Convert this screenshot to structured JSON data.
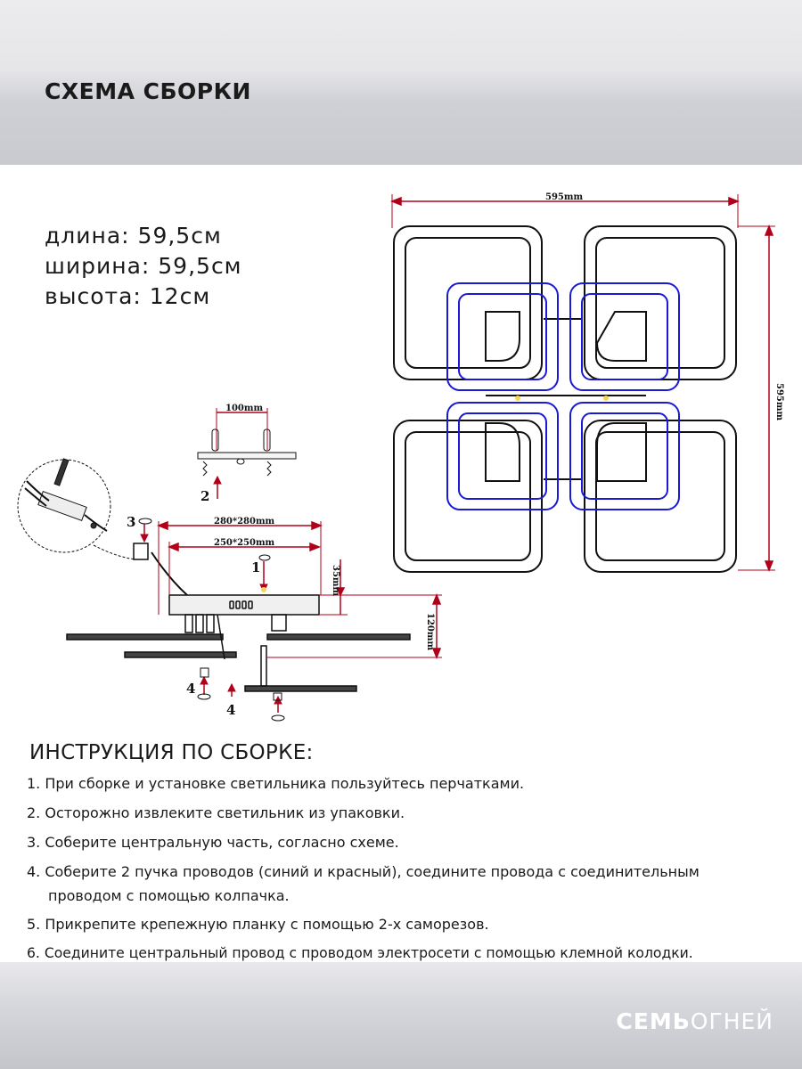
{
  "header": {
    "title": "СХЕМА СБОРКИ"
  },
  "dimensions": {
    "length": "длина: 59,5см",
    "width": "ширина: 59,5см",
    "height": "высота: 12см"
  },
  "diagram": {
    "top_width_label": "595mm",
    "top_height_label": "595mm",
    "bracket_label": "100mm",
    "outer_base_label": "280*280mm",
    "inner_base_label": "250*250mm",
    "base_height_label": "35mm",
    "total_height_label": "120mm",
    "markers": [
      "1",
      "2",
      "3",
      "4",
      "4"
    ]
  },
  "instructions": {
    "title": "ИНСТРУКЦИЯ ПО СБОРКЕ:",
    "steps": [
      "1. При сборке и установке светильника пользуйтесь перчатками.",
      "2. Осторожно извлеките светильник из упаковки.",
      "3. Соберите центральную часть, согласно схеме.",
      "4. Соберите 2 пучка проводов (синий и красный), соедините провода с соединительным",
      "проводом с помощью колпачка.",
      "5. Прикрепите крепежную планку с помощью 2-х саморезов.",
      "6. Соедините центральный провод с проводом электросети с помощью клемной колодки."
    ]
  },
  "brand": {
    "bold": "СЕМЬ",
    "light": "ОГНЕЙ"
  },
  "colors": {
    "dimension": "#b0001a",
    "ring_blue": "#1a1ad6",
    "ring_dark": "#111111"
  }
}
